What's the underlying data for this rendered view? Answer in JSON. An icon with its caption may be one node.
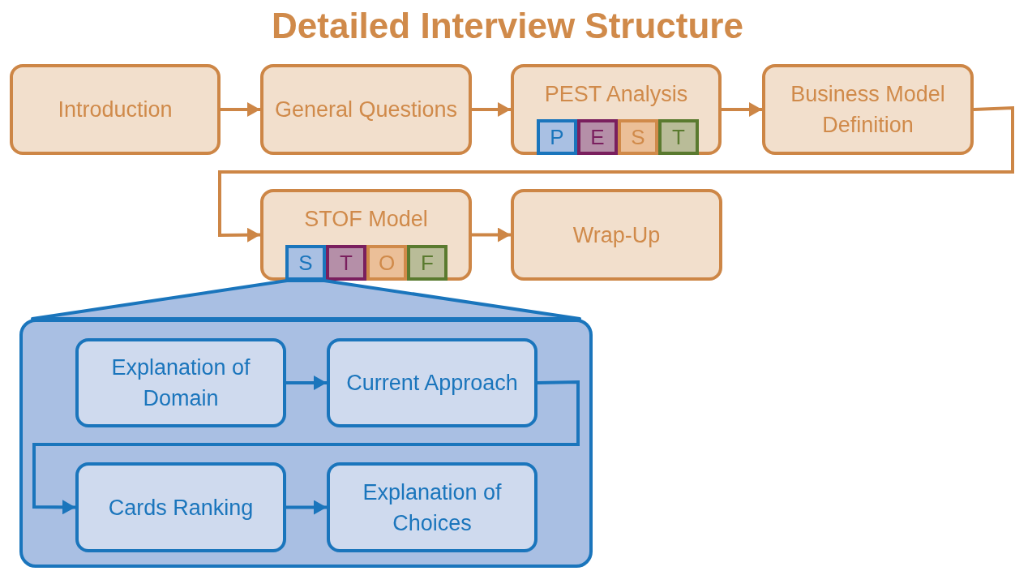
{
  "diagram": {
    "title": "Detailed Interview Structure",
    "nodes": [
      {
        "text": [
          "Introduction"
        ]
      },
      {
        "text": [
          "General Questions"
        ]
      },
      {
        "text": [
          "PEST Analysis"
        ]
      },
      {
        "text": [
          "P"
        ],
        "in": 2
      },
      {
        "text": [
          "E"
        ],
        "in": 2
      },
      {
        "text": [
          "S"
        ],
        "in": 2
      },
      {
        "text": [
          "T"
        ],
        "in": 2
      },
      {
        "text": [
          "Business Model Definition"
        ]
      },
      {
        "text": [
          "STOF Model"
        ]
      },
      {
        "text": [
          "S"
        ],
        "in": 8
      },
      {
        "text": [
          "T"
        ],
        "in": 8
      },
      {
        "text": [
          "O"
        ],
        "in": 8
      },
      {
        "text": [
          "F"
        ],
        "in": 8
      },
      {
        "text": [
          "Wrap-Up"
        ]
      },
      {
        "text": [],
        "shape": "box"
      },
      {
        "text": [
          "Explanation of Domain"
        ],
        "in": 14
      },
      {
        "text": [
          "Current Approach"
        ],
        "in": 14
      },
      {
        "text": [
          "Cards Ranking"
        ],
        "in": 14
      },
      {
        "text": [
          "Explanation of Choices"
        ],
        "in": 14
      },
      {
        "text": [],
        "shape": "trapezoid"
      }
    ],
    "edges": [
      {
        "from": 0,
        "to": 1,
        "arrow": "to"
      },
      {
        "from": 1,
        "to": 2,
        "arrow": "to"
      },
      {
        "from": 2,
        "to": 7,
        "arrow": "to"
      },
      {
        "from": 7,
        "to": 8,
        "arrow": "to"
      },
      {
        "from": 8,
        "to": 13,
        "arrow": "to"
      },
      {
        "from": 15,
        "to": 16,
        "arrow": "to",
        "color": "#1a75bc"
      },
      {
        "from": 16,
        "to": 17,
        "arrow": "to",
        "color": "#1a75bc"
      },
      {
        "from": 17,
        "to": 18,
        "arrow": "to",
        "color": "#1a75bc"
      }
    ]
  }
}
